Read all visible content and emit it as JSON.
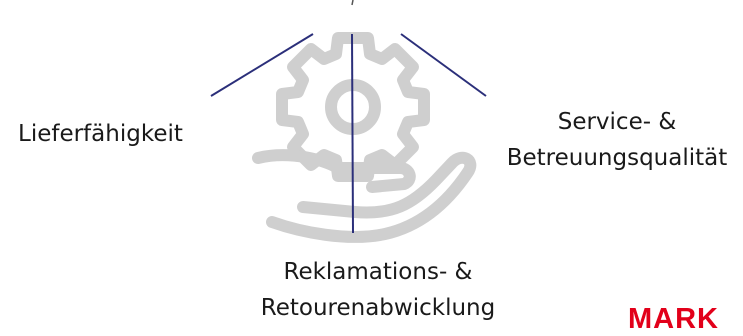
{
  "diagram": {
    "labels": {
      "left": "Lieferfähigkeit",
      "right_line1": "Service- &",
      "right_line2": "Betreuungsqualität",
      "bottom_line1": "Reklamations- &",
      "bottom_line2": "Retourenabwicklung"
    },
    "icon": "gear-in-hand-icon",
    "colors": {
      "line": "#2b2f7a",
      "icon": "#cfcfcf",
      "text": "#1a1a1a",
      "brand": "#e2001a"
    }
  },
  "brand": {
    "text": "MARK"
  }
}
